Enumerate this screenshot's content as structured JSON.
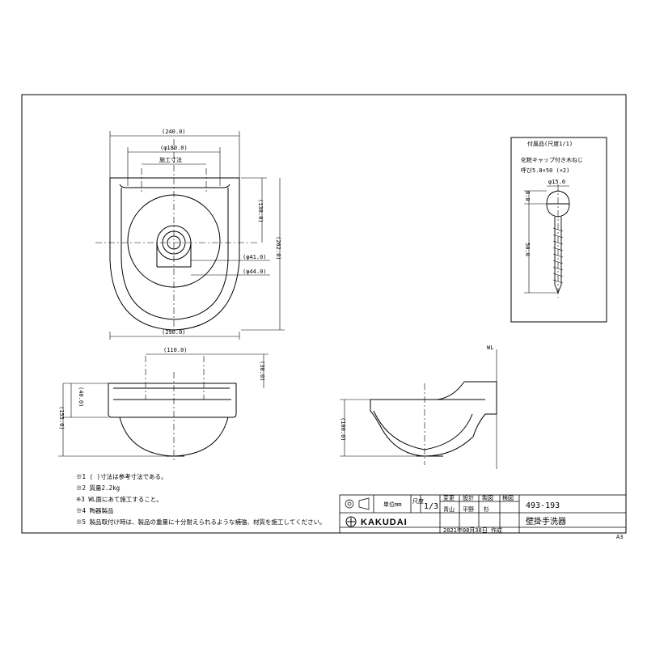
{
  "plan_view": {
    "dim_outer_top": "(240.0)",
    "dim_inner_top": "(φ180.0)",
    "dim_fixing_pitch": "施工寸法",
    "dim_back_height": "(138.0)",
    "dim_total_depth": "(262.0)",
    "dim_drain_inner": "(φ41.0)",
    "dim_drain_outer": "(φ44.0)",
    "dim_bottom_width": "(290.0)"
  },
  "front_view": {
    "dim_hole_pitch": "(110.0)",
    "dim_hole_offset": "(30.0)",
    "dim_rim_height": "(40.0)",
    "dim_total_height": "(155.0)"
  },
  "side_view": {
    "wl_label": "WL",
    "dim_height": "(100.0)"
  },
  "accessory": {
    "title": "付属品(尺度1/1)",
    "desc_line1": "化粧キャップ付き木ねじ",
    "desc_line2": "呼び5.8×50 (×2)",
    "dim_head_dia": "φ15.0",
    "dim_head_height": "8.0",
    "dim_length": "50.0"
  },
  "notes": [
    "※1 ( )寸法は参考寸法である。",
    "※2 質量2.2kg",
    "※3 WL面にあて施工すること。",
    "※4 陶器製品",
    "※5 製品取付け時は、製品の重量に十分耐えられるような補強、材質を施工してください。"
  ],
  "title_block": {
    "unit_label": "単位mm",
    "scale_label": "尺度",
    "scale_value": "1/3",
    "col_headers": [
      "変更",
      "設計",
      "製図",
      "検図"
    ],
    "col_values": [
      "青山",
      "平野",
      "杉"
    ],
    "date": "2021年08月30日 作成",
    "part_number": "493-193",
    "product_name": "壁掛手洗器",
    "brand": "KAKUDAI"
  },
  "sheet_size": "A3"
}
